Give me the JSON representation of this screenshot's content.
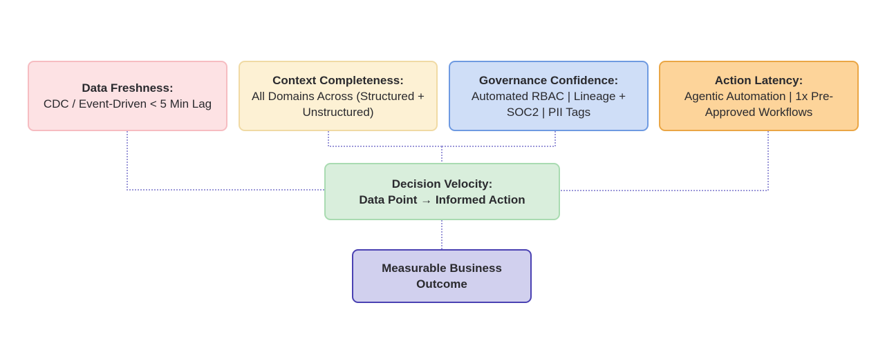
{
  "diagram": {
    "type": "flow",
    "inputs": [
      {
        "id": "data-freshness",
        "title": "Data Freshness:",
        "body": "CDC / Event-Driven < 5 Min Lag",
        "fill": "#fde2e4",
        "border": "#f6bcc1"
      },
      {
        "id": "context-completeness",
        "title": "Context Completeness:",
        "body": "All Domains Across (Structured + Unstructured)",
        "fill": "#fdf1d4",
        "border": "#f0daa4"
      },
      {
        "id": "governance-confidence",
        "title": "Governance Confidence:",
        "body": "Automated RBAC | Lineage + SOC2 | PII Tags",
        "fill": "#cfdef7",
        "border": "#6e9ae1"
      },
      {
        "id": "action-latency",
        "title": "Action Latency:",
        "body": "Agentic Automation | 1x Pre-Approved Workflows",
        "fill": "#fdd49a",
        "border": "#eaa645"
      }
    ],
    "center": {
      "id": "decision-velocity",
      "title": "Decision Velocity:",
      "body": "Data Point → Informed Action",
      "fill": "#d9eedc",
      "border": "#a9dbb1"
    },
    "outcome": {
      "id": "measurable-business-outcome",
      "title": "Measurable Business Outcome",
      "fill": "#d1d0ee",
      "border": "#4a41b2"
    },
    "edges": [
      {
        "from": "data-freshness",
        "to": "decision-velocity",
        "style": "dotted"
      },
      {
        "from": "context-completeness",
        "to": "decision-velocity",
        "style": "dotted"
      },
      {
        "from": "governance-confidence",
        "to": "decision-velocity",
        "style": "dotted"
      },
      {
        "from": "action-latency",
        "to": "decision-velocity",
        "style": "dotted"
      },
      {
        "from": "decision-velocity",
        "to": "measurable-business-outcome",
        "style": "dotted"
      }
    ],
    "connector_color": "#9a96d8"
  }
}
